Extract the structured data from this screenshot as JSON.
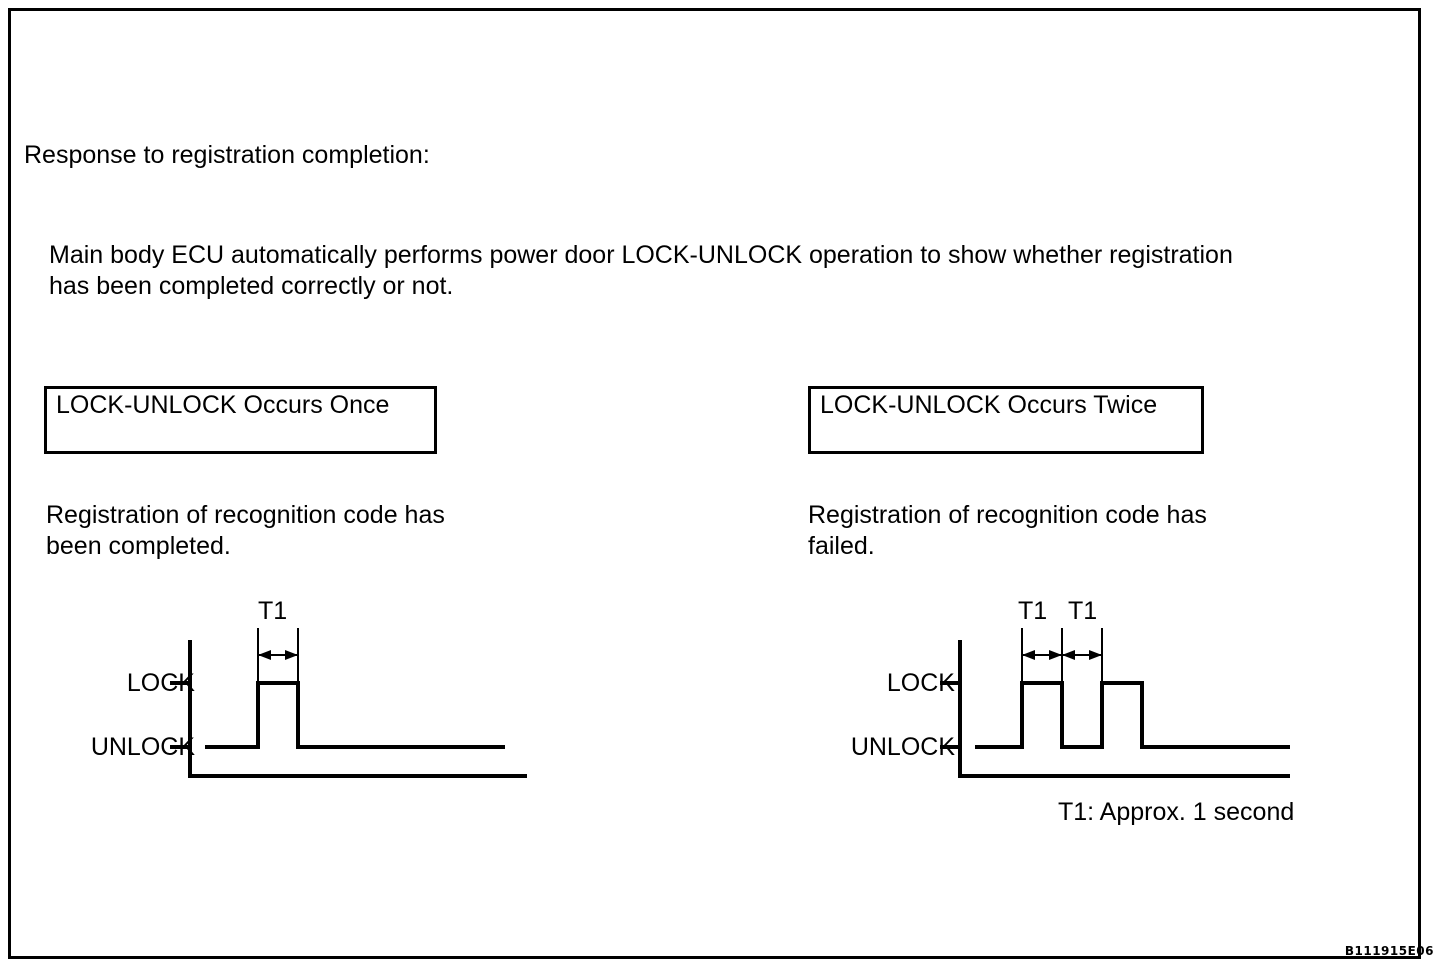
{
  "document": {
    "heading": "Response to registration completion:",
    "intro_paragraph": "Main body ECU automatically performs power door LOCK-UNLOCK operation to show whether registration\nhas been completed correctly or not.",
    "footnote": "T1: Approx. 1 second",
    "doc_code": "B111915E06",
    "colors": {
      "ink": "#000000",
      "background": "#ffffff"
    }
  },
  "sections": {
    "left": {
      "box_label": "LOCK-UNLOCK Occurs Once",
      "caption": "Registration of recognition code has\nbeen completed.",
      "axis_labels": {
        "high": "LOCK",
        "low": "UNLOCK"
      },
      "dimension_labels": [
        "T1"
      ]
    },
    "right": {
      "box_label": "LOCK-UNLOCK Occurs Twice",
      "caption": "Registration of recognition code has\nfailed.",
      "axis_labels": {
        "high": "LOCK",
        "low": "UNLOCK"
      },
      "dimension_labels": [
        "T1",
        "T1"
      ]
    }
  },
  "chart_data": [
    {
      "type": "line",
      "title": "LOCK-UNLOCK Occurs Once",
      "xlabel": "",
      "ylabel": "",
      "states": [
        "UNLOCK",
        "LOCK"
      ],
      "x": [
        0,
        68,
        68,
        108,
        108,
        315
      ],
      "values": [
        "UNLOCK",
        "UNLOCK",
        "LOCK",
        "LOCK",
        "UNLOCK",
        "UNLOCK"
      ],
      "pulse_count": 1,
      "pulse_width_label": "T1",
      "grid": false,
      "legend": "none"
    },
    {
      "type": "line",
      "title": "LOCK-UNLOCK Occurs Twice",
      "xlabel": "",
      "ylabel": "",
      "states": [
        "UNLOCK",
        "LOCK"
      ],
      "x": [
        0,
        72,
        72,
        112,
        112,
        152,
        152,
        192,
        192,
        340
      ],
      "values": [
        "UNLOCK",
        "UNLOCK",
        "LOCK",
        "LOCK",
        "UNLOCK",
        "UNLOCK",
        "LOCK",
        "LOCK",
        "UNLOCK",
        "UNLOCK"
      ],
      "pulse_count": 2,
      "pulse_width_label": "T1",
      "gap_width_label": "T1",
      "grid": false,
      "legend": "none"
    }
  ]
}
